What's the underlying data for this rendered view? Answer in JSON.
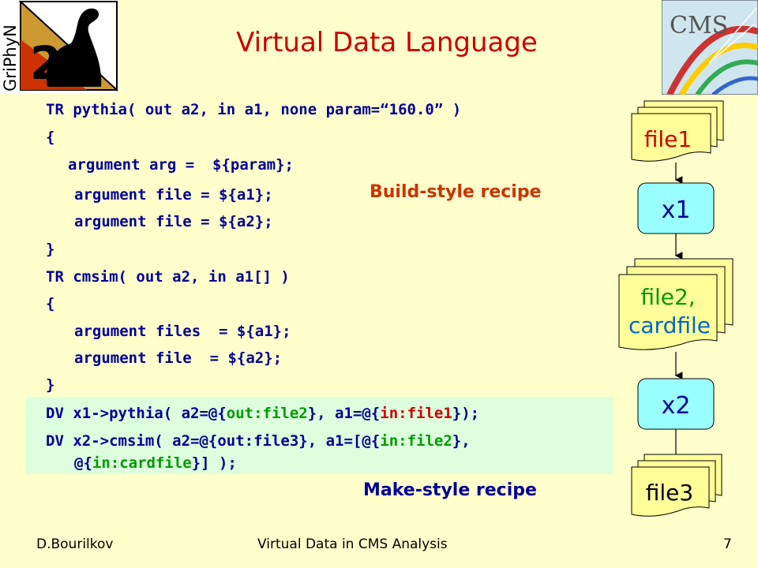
{
  "logos": {
    "left_text": "GriPhyN",
    "right_text": "CMS"
  },
  "title": "Virtual Data Language",
  "code": {
    "line1": "TR pythia( out a2, in a1, none param=“160.0” )",
    "line2": "{",
    "line3": "argument arg =  ${param};",
    "line4": "argument file = ${a1};",
    "line5": "argument file = ${a2};",
    "line6": "}",
    "line7": "TR cmsim( out a2, in a1[] )",
    "line8": "{",
    "line9": "argument files  = ${a1};",
    "line10": "argument file  = ${a2};",
    "line11": "}",
    "dv1": {
      "p1": "DV x1->pythia( a2=@{",
      "p2": "out:file2",
      "p3": "}, a1=@{",
      "p4": "in:file1",
      "p5": "});"
    },
    "dv2": {
      "p1": "DV x2->cmsim( a2=@{",
      "p2": "out:file3",
      "p3": "}, a1=[@{",
      "p4": "in:file2",
      "p5": "},",
      "p6": "@{",
      "p7": "in:cardfile",
      "p8": "}] );"
    }
  },
  "labels": {
    "build": "Build-style recipe",
    "make": "Make-style recipe"
  },
  "flow": {
    "file1": "file1",
    "x1": "x1",
    "file2_line1": "file2,",
    "file2_line2": "cardfile",
    "x2": "x2",
    "file3": "file3"
  },
  "footer": {
    "author": "D.Bourilkov",
    "talk": "Virtual Data in CMS Analysis",
    "page": "7"
  },
  "colors": {
    "background": "#ffffcc",
    "title": "#cc0000",
    "code": "#000099",
    "green": "#009900",
    "node": "#99ffff",
    "doc": "#ffff99"
  }
}
